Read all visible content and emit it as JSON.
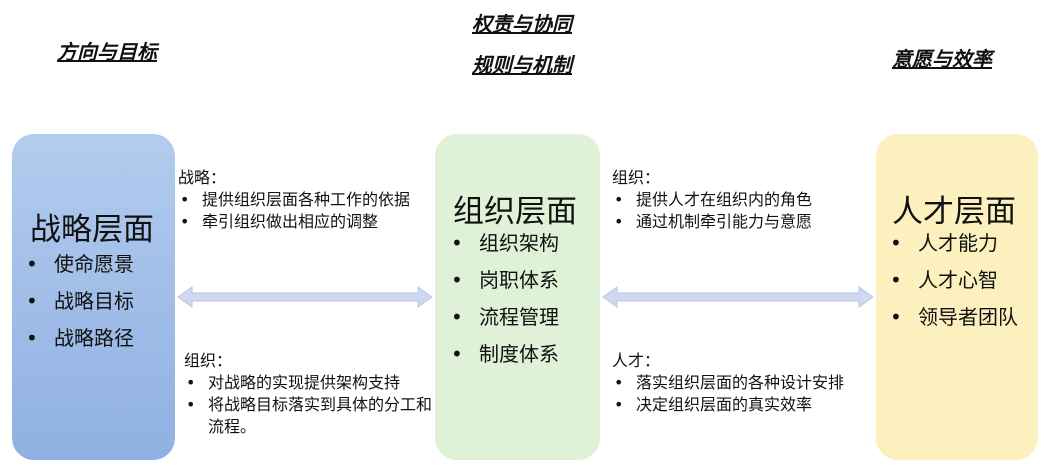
{
  "headers": {
    "left": "方向与目标",
    "center_line1": "权责与协同",
    "center_line2": "规则与机制",
    "right": "意愿与效率"
  },
  "strategy_box": {
    "title": "战略层面",
    "items": [
      "使命愿景",
      "战略目标",
      "战略路径"
    ],
    "color": "#9fbde8"
  },
  "org_box": {
    "title": "组织层面",
    "items": [
      "组织架构",
      "岗职体系",
      "流程管理",
      "制度体系"
    ],
    "color": "#dff1d6"
  },
  "talent_box": {
    "title": "人才层面",
    "items": [
      "人才能力",
      "人才心智",
      "领导者团队"
    ],
    "color": "#fcf0bf"
  },
  "notes": {
    "strategy_to_org": {
      "title": "战略：",
      "items": [
        "提供组织层面各种工作的依据",
        "牵引组织做出相应的调整"
      ]
    },
    "org_to_strategy": {
      "title": "组织：",
      "items": [
        "对战略的实现提供架构支持",
        "将战略目标落实到具体的分工和流程。"
      ]
    },
    "org_to_talent": {
      "title": "组织：",
      "items": [
        "提供人才在组织内的角色",
        "通过机制牵引能力与意愿"
      ]
    },
    "talent_to_org": {
      "title": "人才：",
      "items": [
        "落实组织层面的各种设计安排",
        "决定组织层面的真实效率"
      ]
    }
  },
  "arrow_color": "#cfd8ee"
}
